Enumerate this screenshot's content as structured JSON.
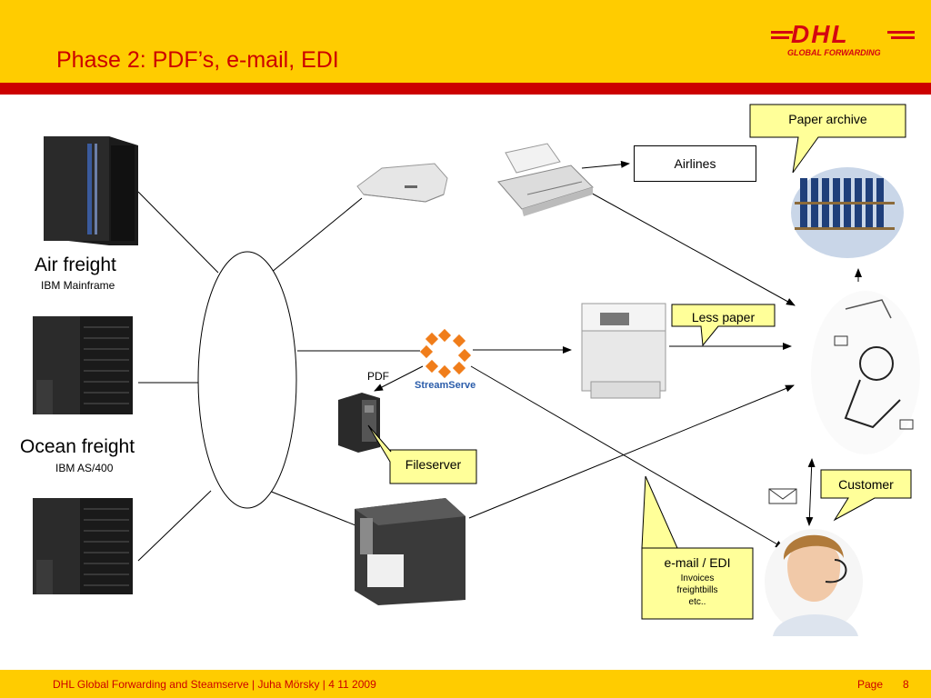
{
  "slide": {
    "title": "Phase 2: PDF’s, e-mail, EDI",
    "logo": {
      "main": "DHL",
      "sub": "GLOBAL FORWARDING"
    }
  },
  "sources": {
    "air": {
      "label": "Air freight",
      "sublabel": "IBM Mainframe"
    },
    "ocean": {
      "label": "Ocean freight",
      "sublabel": "IBM AS/400"
    }
  },
  "labels": {
    "airlines": "Airlines",
    "pdf": "PDF",
    "streamserve": "StreamServe",
    "paper_archive": "Paper archive",
    "less_paper": "Less paper",
    "fileserver": "Fileserver",
    "customer": "Customer",
    "email_edi": {
      "title": "e-mail / EDI",
      "line1": "Invoices",
      "line2": "freightbills",
      "line3": "etc.."
    }
  },
  "footer": {
    "text": "DHL Global Forwarding and Steamserve | Juha Mörsky | 4 11 2009",
    "page_label": "Page",
    "page_number": "8"
  },
  "colors": {
    "header": "#FFCC00",
    "accent": "#CC0000",
    "callout": "#FFFF99"
  }
}
